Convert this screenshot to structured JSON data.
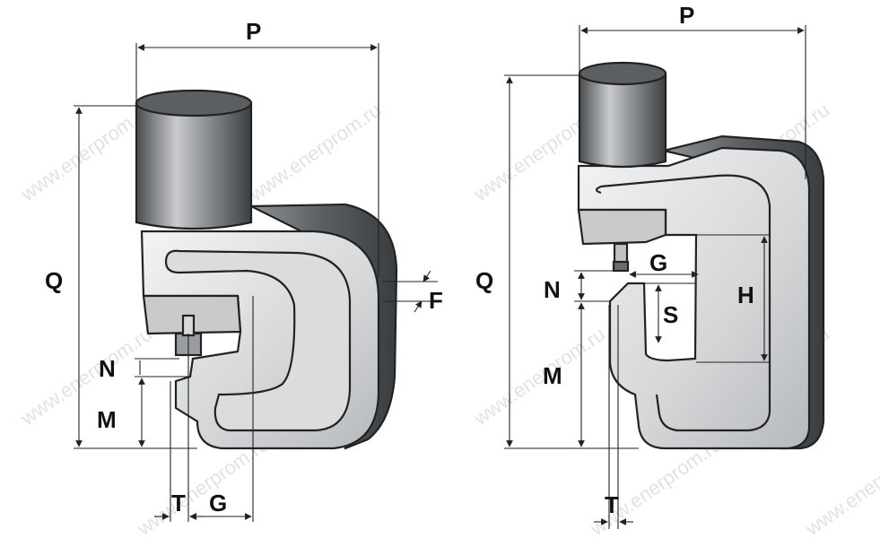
{
  "watermark": "www.enerprom.ru",
  "left_tool": {
    "labels": {
      "P": "P",
      "Q": "Q",
      "F": "F",
      "N": "N",
      "M": "M",
      "T": "T",
      "G": "G"
    }
  },
  "right_tool": {
    "labels": {
      "P": "P",
      "Q": "Q",
      "G": "G",
      "N": "N",
      "S": "S",
      "H": "H",
      "M": "M",
      "T": "T"
    }
  },
  "colors": {
    "body_light": "#e6e8ea",
    "body_mid": "#c4c7ca",
    "body_dark": "#555a5e",
    "cylinder": "#8c8f92",
    "outline": "#222222"
  }
}
